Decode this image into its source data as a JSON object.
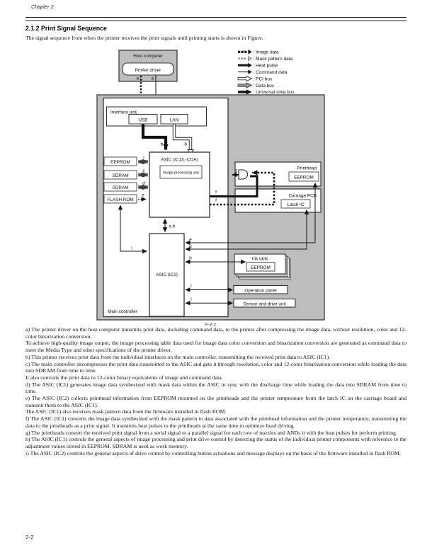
{
  "page": {
    "chapter": "Chapter 2",
    "section_title": "2.1.2 Print Signal Sequence",
    "intro": "The signal sequence from when the printer receives the print signals until printing starts is shown in Figure.",
    "footer_page_number": "2-2"
  },
  "figure": {
    "caption": "F-2-2",
    "colors": {
      "panel_gray": "#bdbdbd",
      "box_border": "#3d3d3d",
      "bus_gray": "#8e8e8e"
    },
    "legend": [
      {
        "icon": "image-data-arrow",
        "label": ": Image data"
      },
      {
        "icon": "mask-pattern-data-arrow",
        "label": ": Mask pattern data"
      },
      {
        "icon": "heat-pulse-arrow",
        "label": ": Heat pulse"
      },
      {
        "icon": "command-data-arrow",
        "label": ": Command data"
      },
      {
        "icon": "pci-bus-arrow",
        "label": ": PCI bus"
      },
      {
        "icon": "data-bus-arrow",
        "label": ": Data bus"
      },
      {
        "icon": "universal-serial-bus-arrow",
        "label": ": Universal sirial bus"
      }
    ],
    "nodes": {
      "host_computer": "Host computer",
      "printer_driver": "Printer driver",
      "interface_unit": "Interface unit",
      "usb": "USB",
      "lan": "LAN",
      "eeprom": "EEPROM",
      "sdram1": "SDRAM",
      "sdram2": "SDRAM",
      "flash_rom": "FLASH ROM",
      "asic1": "ASIC (IC1/L-COA)",
      "image_processing_unit": "Image processing unit",
      "asic2": "ASIC (IC2)",
      "main_controller": "Main controller",
      "printhead": "Printhead",
      "printhead_eeprom": "EEPROM",
      "carriage_pcb": "Carriage PCB",
      "latch_ic": "Latch IC",
      "ink_tank": "Ink tank",
      "ink_tank_eeprom": "EEPROM",
      "operation_panel": "Operation panel",
      "sensor_drive_unit": "Sensor and drive unit"
    },
    "edge_labels": {
      "a1": "a",
      "a2": "a",
      "b1": "b",
      "b2": "b",
      "i1": "i",
      "c": "c",
      "d": "d",
      "e_flash": "e",
      "eh": "e,h",
      "i2": "i",
      "f1": "f",
      "f2": "f",
      "g": "g",
      "e1": "e",
      "e2": "e",
      "h": "h",
      "i3": "i",
      "i4": "i"
    }
  },
  "body_paragraphs": [
    "a) The printer driver on the host computer transmits print data, including command data, to the printer after compressing the image data, without resolution, color and 12-color binarization conversion.",
    "To achieve high-quality image output, the image processing table data used for image data color conversion and binarization conversion are generated as command data to meet the Media Type and other specifications of the printer driver.",
    "b) This printer receives print data from the individual interfaces on the main controller, transmitting the received print data to ASIC (IC1).",
    "c) The main controller decompresses the print data transmitted to the ASIC and gets it through resolution, color and 12-color binarization conversion while loading the data into SDRAM from time to time.",
    "It also converts the print data to 12-color binary equivalents of image and command data.",
    "d) The ASIC (IC1) generates image data synthesized with mask data within the ASIC in sync with the discharge time while loading the data into SDRAM from time to time.",
    "e) The ASIC (IC2) collects printhead information from EEPROM mounted on the printheads and the printer temperature from the latch IC on the carriage board and transmit them to the ASIC (IC1).",
    "The ASIC (IC1) also receives mask pattern data from the firmware installed in flash ROM.",
    "f) The ASIC (IC1) converts the image data synthesized with the mask pattern to data associated with the printhead information and the printer temperature, transmitting the data to the printheads as a print signal.  It transmits heat pulses to the printheads at the same time to optimize head driving.",
    "g) The printheads convert the received print signal from a serial signal to a parallel signal for each row of nozzles and ANDs it with the heat pulses for perform printing.",
    "h) The ASIC (IC1) controls the general aspects of image processing and print drive control by detecting the status of the individual printer components with reference to the adjustment values stored in EEPROM.  SDRAM is used as work memory.",
    "i) The ASIC (IC2) controls the general aspects of drive control by controlling button actuations and message displays on the basis of the firmware installed in flash ROM."
  ]
}
